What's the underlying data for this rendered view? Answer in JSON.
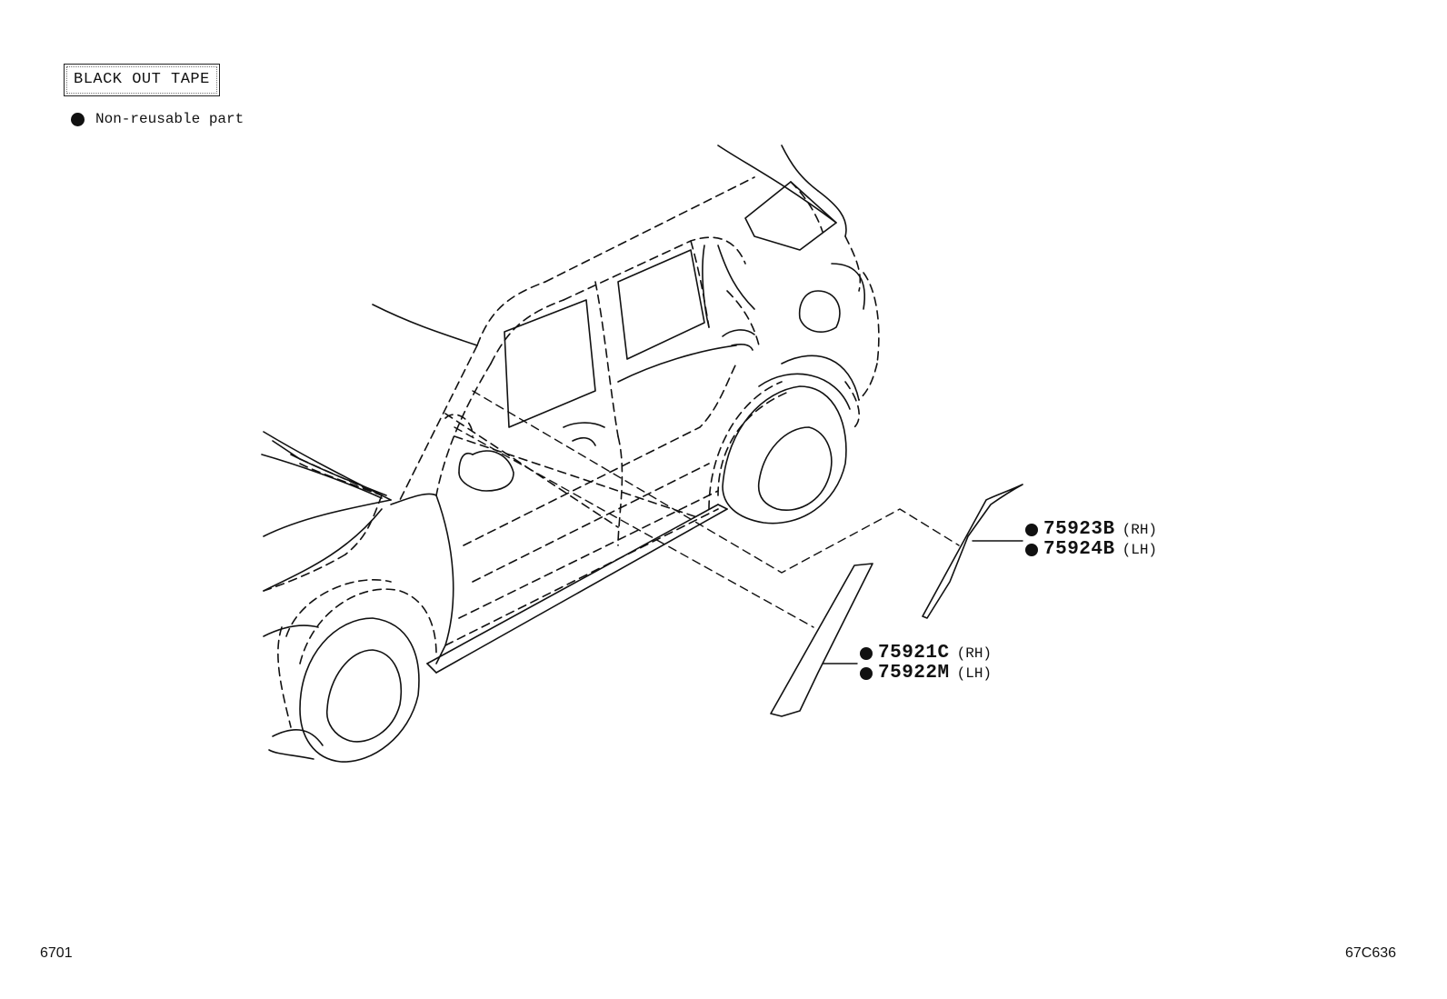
{
  "header": {
    "title": "BLACK OUT TAPE"
  },
  "legend": {
    "icon": "filled-circle-icon",
    "text": "Non-reusable part"
  },
  "parts": [
    {
      "number": "75923B",
      "side": "(RH)"
    },
    {
      "number": "75924B",
      "side": "(LH)"
    },
    {
      "number": "75921C",
      "side": "(RH)"
    },
    {
      "number": "75922M",
      "side": "(LH)"
    }
  ],
  "footer": {
    "left_code": "6701",
    "right_code": "67C636"
  }
}
